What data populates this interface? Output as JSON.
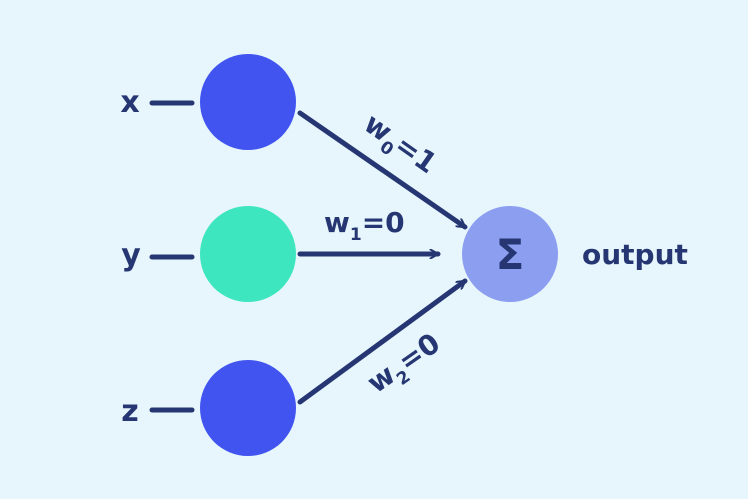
{
  "inputs": [
    {
      "label": "x",
      "color": "#4154f0"
    },
    {
      "label": "y",
      "color": "#3ee6bf"
    },
    {
      "label": "z",
      "color": "#4154f0"
    }
  ],
  "weights": [
    {
      "symbol": "w",
      "index": "0",
      "value": "=1"
    },
    {
      "symbol": "w",
      "index": "1",
      "value": "=0"
    },
    {
      "symbol": "w",
      "index": "2",
      "value": "=0"
    }
  ],
  "sum_node": {
    "symbol": "Σ",
    "color": "#8c9ef0"
  },
  "output_label": "output",
  "colors": {
    "background": "#e6f6fc",
    "ink": "#263673"
  }
}
